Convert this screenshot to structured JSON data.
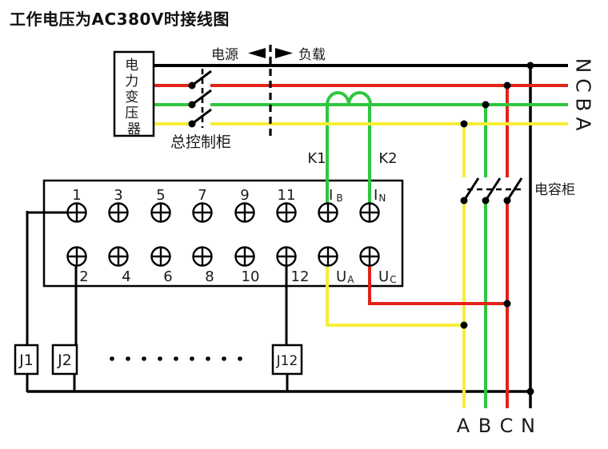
{
  "title": "工作电压为AC380V时接线图",
  "colors": {
    "red": "#e2231a",
    "green": "#2fc63f",
    "yellow": "#f7ee38",
    "black": "#000000"
  },
  "transformer_label": "电力变压器",
  "main_cabinet_label": "总控制柜",
  "source_label": "电源",
  "load_label": "负载",
  "capacitor_label": "电容柜",
  "icons": {
    "source_arrow": "left-solid-triangle",
    "load_arrow": "right-solid-triangle"
  },
  "ct": {
    "k1": "K1",
    "k2": "K2"
  },
  "right_bus_labels": [
    "N",
    "C",
    "B",
    "A"
  ],
  "bottom_bus_labels": [
    "A",
    "B",
    "C",
    "N"
  ],
  "terminal_block": {
    "top_labels": [
      "1",
      "3",
      "5",
      "7",
      "9",
      "11"
    ],
    "top_current": [
      {
        "base": "I",
        "sub": "B"
      },
      {
        "base": "I",
        "sub": "N"
      }
    ],
    "bottom_labels": [
      "2",
      "4",
      "6",
      "8",
      "10",
      "12"
    ],
    "bottom_voltage": [
      {
        "base": "U",
        "sub": "A"
      },
      {
        "base": "U",
        "sub": "C"
      }
    ]
  },
  "relays": [
    "J1",
    "J2",
    "J12"
  ]
}
